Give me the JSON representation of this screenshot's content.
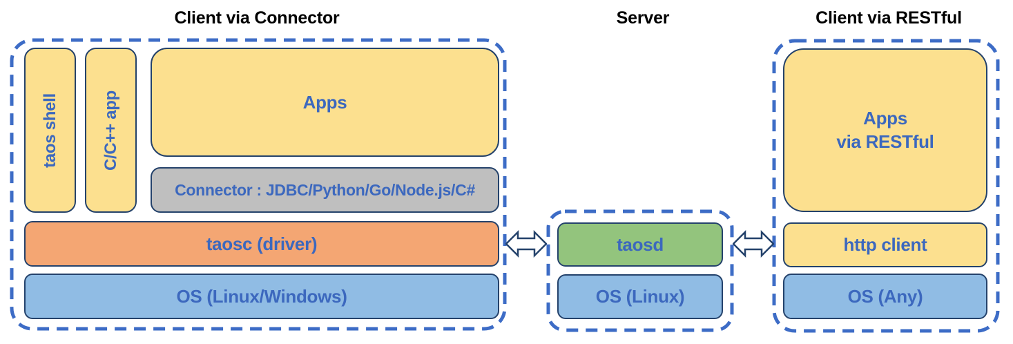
{
  "titles": {
    "client_connector": "Client via Connector",
    "server": "Server",
    "client_restful": "Client via RESTful"
  },
  "client_connector": {
    "taos_shell": "taos shell",
    "cpp_app": "C/C++ app",
    "apps": "Apps",
    "connector": "Connector : JDBC/Python/Go/Node.js/C#",
    "taosc": "taosc (driver)",
    "os": "OS (Linux/Windows)"
  },
  "server": {
    "taosd": "taosd",
    "os": "OS (Linux)"
  },
  "client_restful": {
    "apps_line1": "Apps",
    "apps_line2": "via RESTful",
    "http_client": "http client",
    "os": "OS (Any)"
  },
  "icons": {
    "left_link": "bidirectional-arrow",
    "right_link": "bidirectional-arrow"
  },
  "colors": {
    "box_yellow": "#FCE08F",
    "box_orange": "#F4A673",
    "box_blue": "#90BCE4",
    "box_green": "#93C47D",
    "box_gray": "#BFBFBF",
    "box_border_navy": "#24426B",
    "dashed_border_blue": "#3D6CC6",
    "label_blue": "#3C68BE",
    "title_black": "#000000"
  }
}
